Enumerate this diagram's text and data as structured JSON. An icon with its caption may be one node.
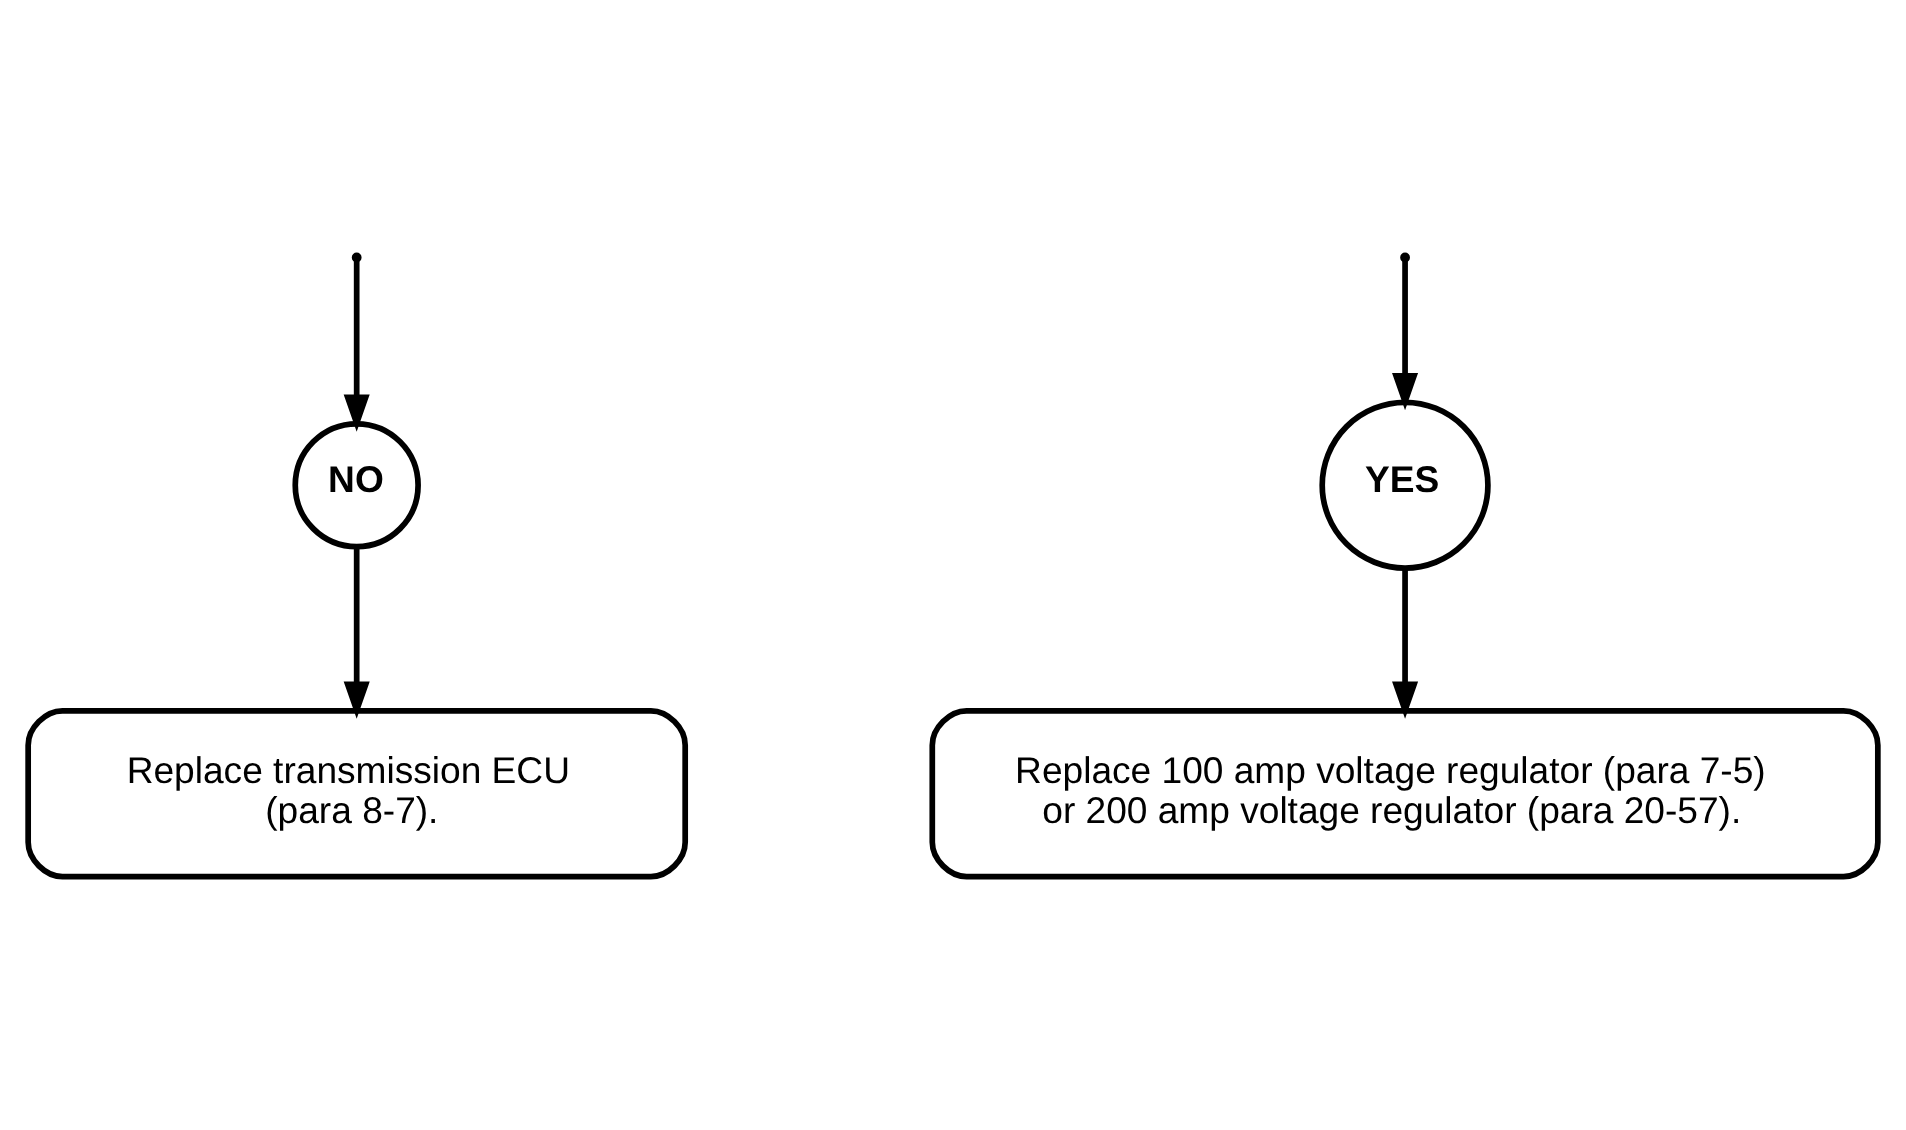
{
  "diagram": {
    "nodes": [
      {
        "text": [
          "NO"
        ]
      },
      {
        "text": [
          "YES"
        ]
      },
      {
        "text": [
          "Replace transmission ECU (para 8-7)."
        ]
      },
      {
        "text": [
          "Replace 100 amp voltage regulator (para 7-5) or 200 amp voltage regulator (para 20-57)."
        ]
      }
    ],
    "edges": [
      {
        "from": null,
        "to": 0,
        "arrow": "to"
      },
      {
        "from": null,
        "to": 1,
        "arrow": "to"
      },
      {
        "from": 0,
        "to": 2,
        "arrow": "to"
      },
      {
        "from": 1,
        "to": 3,
        "arrow": "to"
      }
    ]
  }
}
